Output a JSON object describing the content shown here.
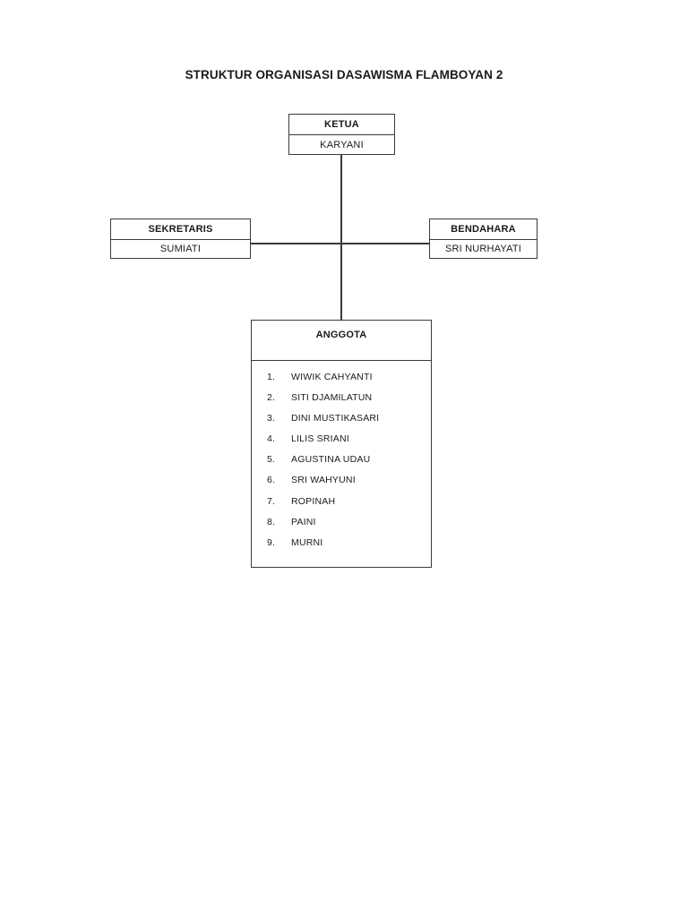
{
  "document": {
    "title": "STRUKTUR ORGANISASI DASAWISMA FLAMBOYAN 2"
  },
  "chart": {
    "type": "org-chart",
    "nodes": {
      "ketua": {
        "role": "KETUA",
        "person": "KARYANI"
      },
      "sekretaris": {
        "role": "SEKRETARIS",
        "person": "SUMIATI"
      },
      "bendahara": {
        "role": "BENDAHARA",
        "person": "SRI NURHAYATI"
      },
      "anggota": {
        "role": "ANGGOTA",
        "members": [
          {
            "num": "1.",
            "name": "WIWIK CAHYANTI"
          },
          {
            "num": "2.",
            "name": "SITI DJAMILATUN"
          },
          {
            "num": "3.",
            "name": "DINI MUSTIKASARI"
          },
          {
            "num": "4.",
            "name": "LILIS SRIANI"
          },
          {
            "num": "5.",
            "name": "AGUSTINA UDAU"
          },
          {
            "num": "6.",
            "name": "SRI WAHYUNI"
          },
          {
            "num": "7.",
            "name": "ROPINAH"
          },
          {
            "num": "8.",
            "name": "PAINI"
          },
          {
            "num": "9.",
            "name": "MURNI"
          }
        ]
      }
    },
    "colors": {
      "background": "#ffffff",
      "line": "#3a3a3a",
      "text": "#1a1a1a"
    }
  }
}
